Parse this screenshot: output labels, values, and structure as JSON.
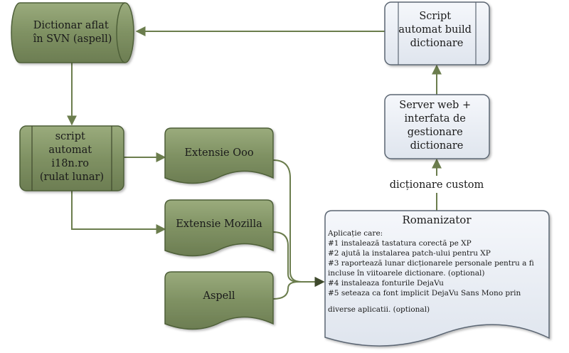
{
  "nodes": {
    "svn_dict": {
      "lines": [
        "Dictionar aflat",
        "în SVN (aspell)"
      ]
    },
    "script_build": {
      "lines": [
        "Script",
        "automat build",
        "dictionare"
      ]
    },
    "server_web": {
      "lines": [
        "Server web +",
        "interfata de",
        "gestionare",
        "dictionare"
      ]
    },
    "script_i18n": {
      "lines": [
        "script",
        "automat",
        "i18n.ro",
        "(rulat lunar)"
      ]
    },
    "ext_ooo": {
      "label": "Extensie Ooo"
    },
    "ext_mozilla": {
      "label": "Extensie Mozilla"
    },
    "aspell": {
      "label": "Aspell"
    },
    "romanizator": {
      "title": "Romanizator",
      "lines": [
        "Aplicație care:",
        "#1 instalează tastatura corectă pe XP",
        "#2 ajută la instalarea patch-ului pentru XP",
        "#3 raportează lunar dicționarele personale pentru a fi",
        "incluse în viitoarele dictionare. (optional)",
        "#4 instaleaza fonturile DejaVu",
        "#5 seteaza ca font implicit DejaVu Sans Mono prin",
        "diverse aplicatii. (optional)"
      ]
    }
  },
  "edges": {
    "custom_label": "dicționare custom"
  },
  "colors": {
    "green_fill": "#7e8f62",
    "green_stroke": "#4e5e38",
    "blue_fill": "#e8edf4",
    "blue_stroke": "#5b6673",
    "arrow": "#6b7d4d"
  }
}
